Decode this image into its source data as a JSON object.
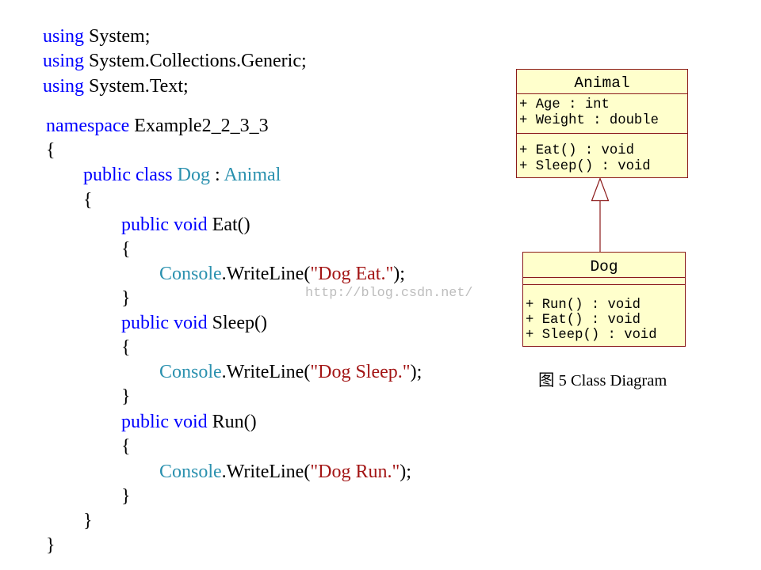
{
  "code": {
    "open_brace": "{",
    "close_brace": "}",
    "usings": [
      {
        "keyword": "using",
        "namespace": "System;"
      },
      {
        "keyword": "using",
        "namespace": "System.Collections.Generic;"
      },
      {
        "keyword": "using",
        "namespace": "System.Text;"
      }
    ],
    "namespace_decl": {
      "keyword": "namespace",
      "name": "Example2_2_3_3"
    },
    "class_decl": {
      "keyword": "public class",
      "name": "Dog",
      "separator": ":",
      "base": "Animal"
    },
    "methods": [
      {
        "keyword": "public void",
        "signature": "Eat()",
        "call_type": "Console",
        "call_member": ".WriteLine(",
        "call_argument": "\"Dog Eat.\"",
        "call_end": ");"
      },
      {
        "keyword": "public void",
        "signature": "Sleep()",
        "call_type": "Console",
        "call_member": ".WriteLine(",
        "call_argument": "\"Dog Sleep.\"",
        "call_end": ");"
      },
      {
        "keyword": "public void",
        "signature": "Run()",
        "call_type": "Console",
        "call_member": ".WriteLine(",
        "call_argument": "\"Dog Run.\"",
        "call_end": ");"
      }
    ]
  },
  "watermark": "http://blog.csdn.net/",
  "diagram": {
    "classes": [
      {
        "name": "Animal",
        "attributes": [
          "+ Age : int",
          "+ Weight : double"
        ],
        "operations": [
          "+ Eat() : void",
          "+ Sleep() : void"
        ]
      },
      {
        "name": "Dog",
        "attributes": [],
        "operations": [
          "+ Run() : void",
          "+ Eat() : void",
          "+ Sleep() : void"
        ]
      }
    ],
    "caption": "图 5 Class Diagram"
  },
  "colors": {
    "keyword": "#0000ff",
    "type_name": "#2b91af",
    "string_literal": "#a31515",
    "plain_text": "#000000",
    "uml_border": "#8b1a1a",
    "uml_fill": "#ffffcc",
    "watermark": "#bdbdbd"
  }
}
